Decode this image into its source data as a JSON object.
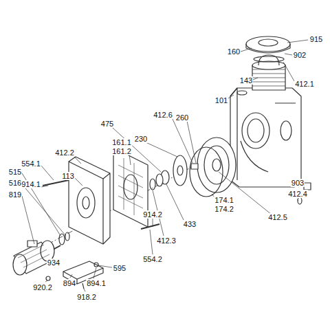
{
  "diagram": {
    "labels": [
      "915",
      "160",
      "902",
      "143",
      "412.1",
      "101",
      "412.6",
      "260",
      "475",
      "230",
      "161.1",
      "161.2",
      "412.2",
      "554.1",
      "113",
      "515",
      "914.1",
      "516",
      "819",
      "433",
      "174.1",
      "174.2",
      "412.5",
      "903",
      "412.4",
      "914.2",
      "412.3",
      "554.2",
      "934",
      "595",
      "894",
      "894.1",
      "920.2",
      "918.2"
    ]
  }
}
